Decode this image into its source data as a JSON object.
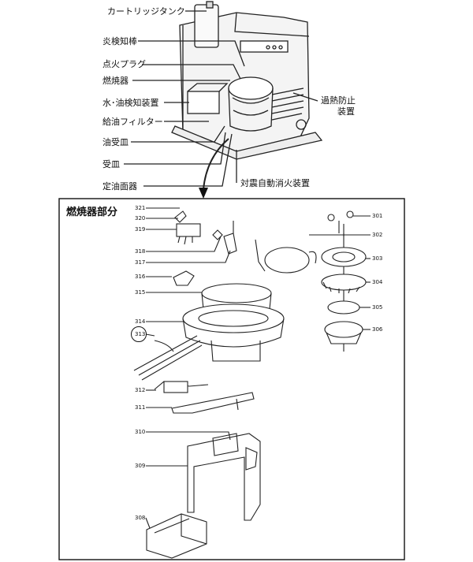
{
  "top_labels": {
    "cartridge_tank": "カートリッジタンク",
    "flame_rod": "炎検知棒",
    "ignition_plug": "点火プラグ",
    "burner": "燃焼器",
    "water_oil_detector": "水･油検知装置",
    "oil_filter": "給油フィルター",
    "oil_pan": "油受皿",
    "receiving_pan": "受皿",
    "constant_oil_level": "定油面器",
    "overheat_line1": "過熱防止",
    "overheat_line2": "装置",
    "quake_shutoff": "対震自動消火装置"
  },
  "section_title": "燃焼器部分",
  "part_numbers": {
    "p321": "321",
    "p320": "320",
    "p319": "319",
    "p318": "318",
    "p317": "317",
    "p316": "316",
    "p315": "315",
    "p314": "314",
    "p313": "313",
    "p312": "312",
    "p311": "311",
    "p310": "310",
    "p309": "309",
    "p308": "308",
    "p301": "301",
    "p302": "302",
    "p303": "303",
    "p304": "304",
    "p305": "305",
    "p306": "306"
  }
}
